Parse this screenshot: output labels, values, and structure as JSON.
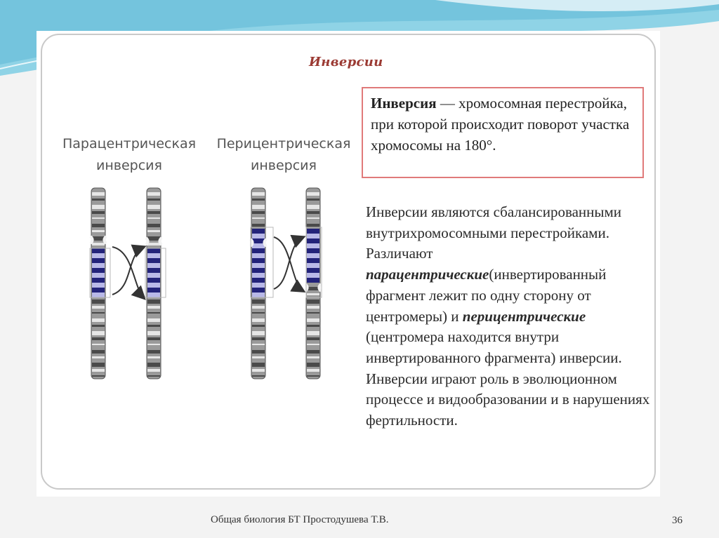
{
  "slide": {
    "title": "Инверсии",
    "definition": {
      "term": "Инверсия",
      "rest": " — хромосомная перестройка, при которой происходит поворот участка хромосомы на 180°."
    },
    "body": {
      "p1": "Инверсии являются сбалансированными внутрихромосомными перестройками. Различают ",
      "term1": "парацентрические",
      "p2": "(инвертированный фрагмент лежит по одну сторону от центромеры) и ",
      "term2": "перицентрические",
      "p3": " (центромера находится внутри инвертированного фрагмента) инверсии. Инверсии играют роль в эволюционном процессе и видообразовании и в нарушениях фертильности."
    },
    "diagram": {
      "para_caption_line1": "Парацентрическая",
      "para_caption_line2": "инверсия",
      "peri_caption_line1": "Перицентрическая",
      "peri_caption_line2": "инверсия"
    }
  },
  "footer": {
    "text": "Общая биология БТ Простодушева Т.В.",
    "page": "36"
  },
  "colors": {
    "title": "#9b3a33",
    "box_border": "#e07a7a",
    "band_dark": "#23237a",
    "band_light": "#b9b9e8",
    "chrom_gray": "#9a9a9a"
  }
}
